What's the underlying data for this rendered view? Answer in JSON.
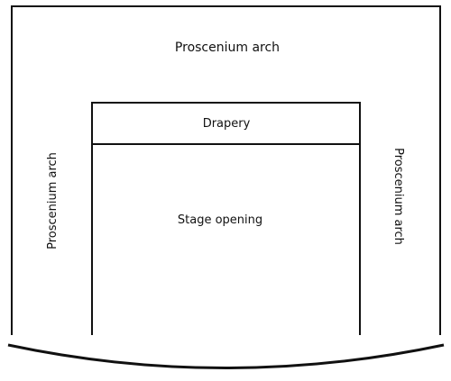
{
  "diagram": {
    "top_arch_label": "Proscenium arch",
    "left_arch_label": "Proscenium arch",
    "right_arch_label": "Proscenium arch",
    "drapery_label": "Drapery",
    "stage_opening_label": "Stage opening"
  },
  "colors": {
    "line": "#111111",
    "background": "#ffffff"
  }
}
